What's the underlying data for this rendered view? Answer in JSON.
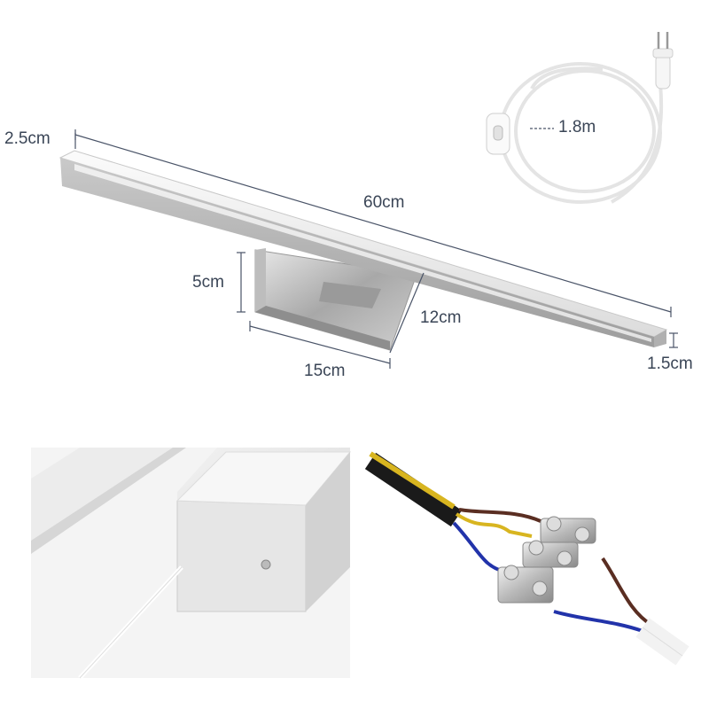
{
  "dimensions": {
    "depth": "2.5cm",
    "length": "60cm",
    "bracket_height": "5cm",
    "bracket_depth": "12cm",
    "bracket_width": "15cm",
    "bar_height": "1.5cm",
    "cable_length": "1.8m"
  },
  "colors": {
    "label": "#3a4556",
    "dimension_line": "#4a5468",
    "wire_brown": "#5a2e22",
    "wire_blue": "#2233aa",
    "wire_yellow": "#d8b520"
  }
}
